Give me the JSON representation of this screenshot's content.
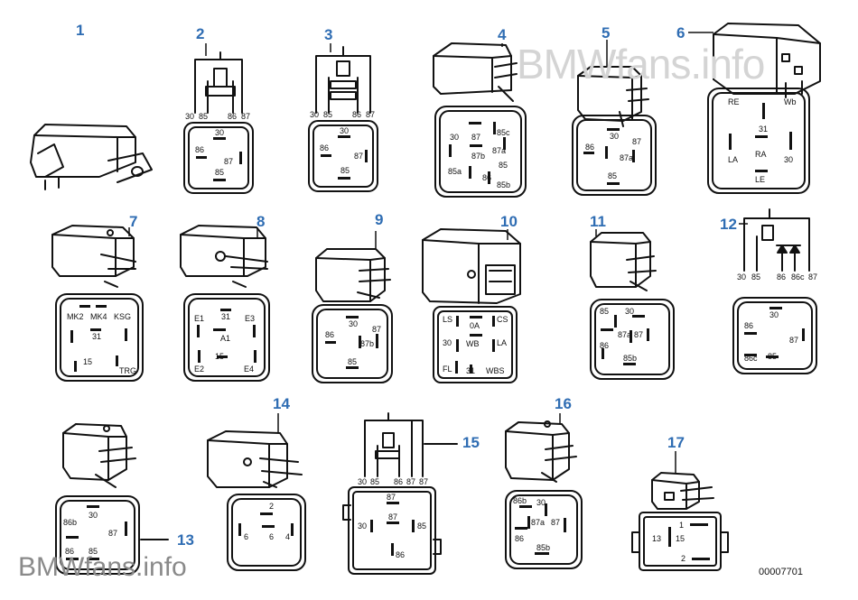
{
  "watermark_top": "BMWfans.info",
  "watermark_bottom": "BMWfans.info",
  "drawing_code": "00007701",
  "callouts": [
    "1",
    "2",
    "3",
    "4",
    "5",
    "6",
    "7",
    "8",
    "9",
    "10",
    "11",
    "12",
    "13",
    "14",
    "15",
    "16",
    "17"
  ],
  "faces": {
    "f2": [
      "30",
      "86",
      "87",
      "85"
    ],
    "s2": [
      "30",
      "85",
      "86",
      "87"
    ],
    "f3": [
      "30",
      "86",
      "87",
      "85"
    ],
    "s3": [
      "30",
      "85",
      "86",
      "87"
    ],
    "f4": [
      "30",
      "87",
      "85c",
      "87b",
      "87a",
      "85",
      "85a",
      "86",
      "85b"
    ],
    "f5": [
      "30",
      "86",
      "87",
      "87a",
      "85"
    ],
    "f6": [
      "RE",
      "Wb",
      "31",
      "LA",
      "RA",
      "30",
      "LE"
    ],
    "f7": [
      "MK2",
      "MK4",
      "KSG",
      "31",
      "15",
      "TRG"
    ],
    "f8": [
      "E1",
      "31",
      "E3",
      "A1",
      "15",
      "E2",
      "E4"
    ],
    "f9": [
      "30",
      "86",
      "87",
      "87b",
      "85"
    ],
    "f10": [
      "LS",
      "0A",
      "CS",
      "30",
      "WB",
      "LA",
      "FL",
      "31",
      "WBS"
    ],
    "f11": [
      "85",
      "30",
      "86",
      "87a",
      "87",
      "85b"
    ],
    "f12": [
      "30",
      "86",
      "87",
      "86c",
      "85"
    ],
    "s12": [
      "30",
      "85",
      "86",
      "86c",
      "87"
    ],
    "f13": [
      "30",
      "86b",
      "87",
      "86",
      "85"
    ],
    "f14": [
      "2",
      "6",
      "6",
      "4"
    ],
    "f15": [
      "87",
      "30",
      "87",
      "85",
      "86"
    ],
    "s15": [
      "30",
      "85",
      "86",
      "87",
      "87"
    ],
    "f16": [
      "86b",
      "30",
      "87a",
      "87",
      "86",
      "85b"
    ],
    "f17": [
      "1",
      "13",
      "15",
      "2"
    ]
  }
}
